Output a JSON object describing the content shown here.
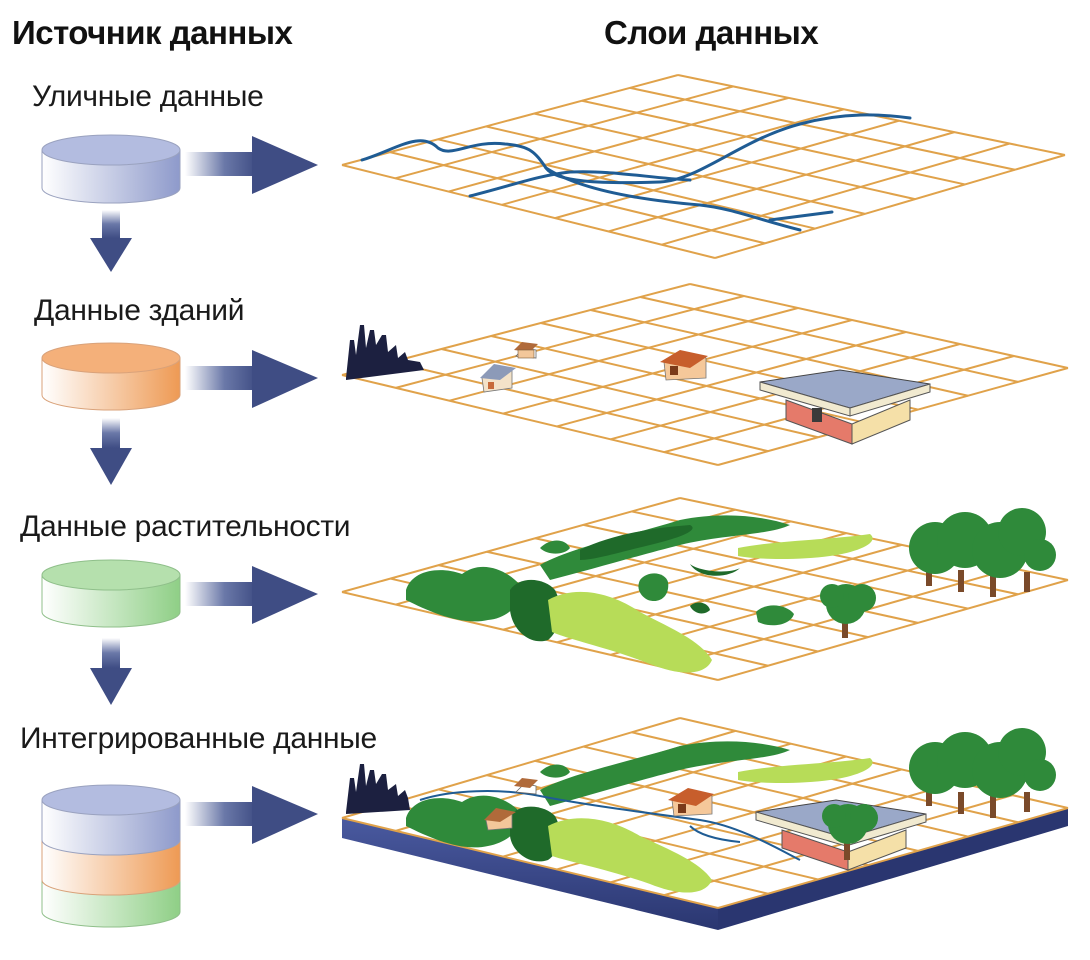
{
  "headers": {
    "source": "Источник данных",
    "layers": "Слои данных"
  },
  "sources": [
    {
      "label": "Уличные данные",
      "color": "#aab4dc"
    },
    {
      "label": "Данные зданий",
      "color": "#f2a764"
    },
    {
      "label": "Данные растительности",
      "color": "#9fd49a"
    },
    {
      "label": "Интегрированные данные",
      "colors": [
        "#aab4dc",
        "#f2a764",
        "#9fd49a"
      ]
    }
  ],
  "colors": {
    "grid": "#e0a24a",
    "road": "#1f5c94",
    "arrow": "#4c5a8c",
    "tree_dark": "#2f8a3a",
    "tree_light": "#b7dc58",
    "base": "#3a4a8c",
    "factory": "#1c2040"
  },
  "icons": [
    "database-cylinder-icon",
    "right-arrow-icon",
    "down-arrow-icon",
    "house-icon",
    "factory-icon",
    "tree-icon"
  ]
}
